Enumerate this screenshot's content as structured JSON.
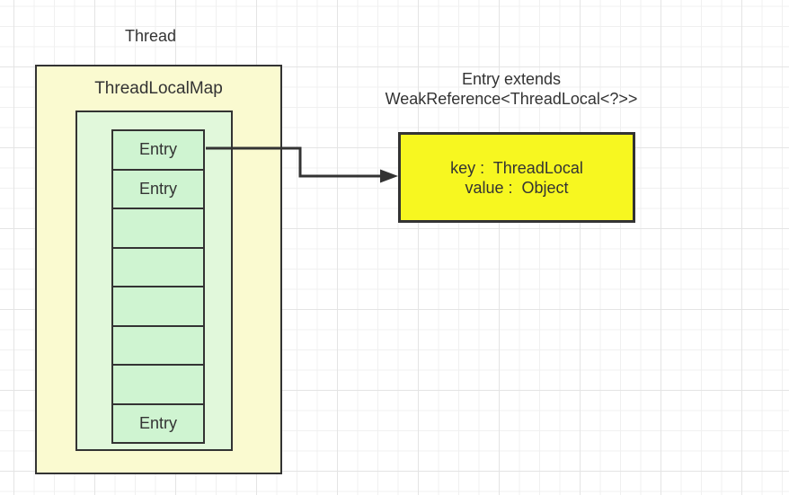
{
  "colors": {
    "canvas-bg": "#ffffff",
    "grid-minor": "#f0f0f0",
    "grid-major": "#e4e4e4",
    "outer-fill": "#fafad0",
    "inner-fill": "#e1f8db",
    "cell-fill": "#cff4d1",
    "detail-fill": "#f7f720",
    "shape-border": "#333333",
    "text": "#333333"
  },
  "labels": {
    "thread": "Thread",
    "map_title": "ThreadLocalMap",
    "note_line1": "Entry extends",
    "note_line2": "WeakReference<ThreadLocal<?>>"
  },
  "map": {
    "entries": [
      "Entry",
      "Entry",
      "",
      "",
      "",
      "",
      "",
      "Entry"
    ]
  },
  "entry_detail": {
    "line1": "key :  ThreadLocal",
    "line2": "value :  Object"
  }
}
